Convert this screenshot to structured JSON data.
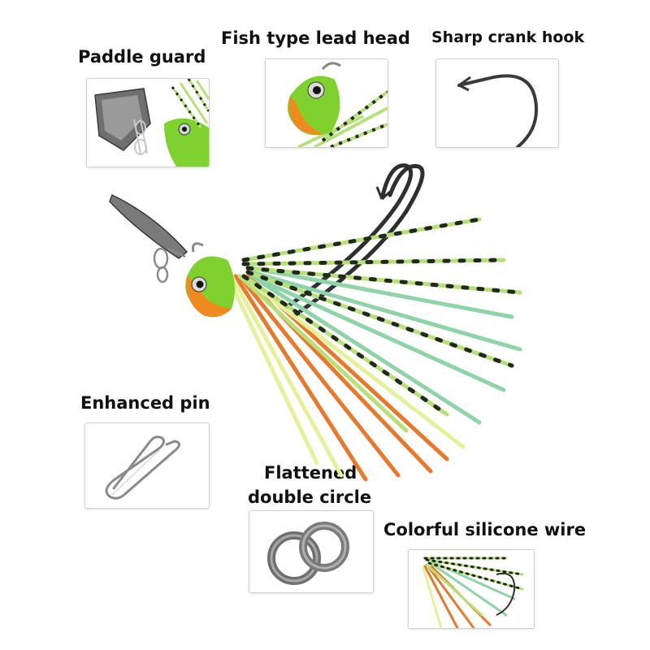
{
  "labels": {
    "paddle_guard": "Paddle guard",
    "lead_head": "Fish type lead head",
    "crank_hook": "Sharp crank hook",
    "enhanced_pin": "Enhanced pin",
    "double_circle_line1": "Flattened",
    "double_circle_line2": "double circle",
    "silicone_wire": "Colorful silicone wire"
  },
  "colors": {
    "skirt_green": "#b8e07a",
    "skirt_stripe": "#1f2a1a",
    "skirt_orange": "#e8782a",
    "skirt_yellow": "#e6ef9a",
    "skirt_teal": "#8fd3a8",
    "head_green": "#7fd12e",
    "head_orange": "#f08a1c",
    "metal": "#8a8a8a"
  }
}
